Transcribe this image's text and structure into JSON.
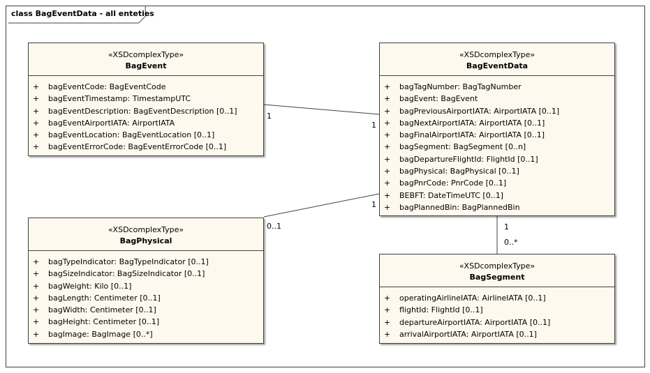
{
  "diagram": {
    "title": "class BagEventData - all enteties"
  },
  "classes": {
    "bag_event": {
      "stereotype": "«XSDcomplexType»",
      "name": "BagEvent",
      "attributes": [
        {
          "vis": "+",
          "text": "bagEventCode: BagEventCode"
        },
        {
          "vis": "+",
          "text": "bagEventTimestamp: TimestampUTC"
        },
        {
          "vis": "+",
          "text": "bagEventDescription: BagEventDescription [0..1]"
        },
        {
          "vis": "+",
          "text": "bagEventAirportIATA: AirportIATA"
        },
        {
          "vis": "+",
          "text": "bagEventLocation: BagEventLocation [0..1]"
        },
        {
          "vis": "+",
          "text": "bagEventErrorCode: BagEventErrorCode [0..1]"
        }
      ]
    },
    "bag_event_data": {
      "stereotype": "«XSDcomplexType»",
      "name": "BagEventData",
      "attributes": [
        {
          "vis": "+",
          "text": "bagTagNumber: BagTagNumber"
        },
        {
          "vis": "+",
          "text": "bagEvent: BagEvent"
        },
        {
          "vis": "+",
          "text": "bagPreviousAirportIATA: AirportIATA [0..1]"
        },
        {
          "vis": "+",
          "text": "bagNextAirportIATA: AirportIATA [0..1]"
        },
        {
          "vis": "+",
          "text": "bagFinalAirportIATA: AirportIATA [0..1]"
        },
        {
          "vis": "+",
          "text": "bagSegment: BagSegment [0..n]"
        },
        {
          "vis": "+",
          "text": "bagDepartureFlightId: FlightId [0..1]"
        },
        {
          "vis": "+",
          "text": "bagPhysical: BagPhysical [0..1]"
        },
        {
          "vis": "+",
          "text": "bagPnrCode: PnrCode [0..1]"
        },
        {
          "vis": "+",
          "text": "BEBFT: DateTimeUTC [0..1]"
        },
        {
          "vis": "+",
          "text": "bagPlannedBin: BagPlannedBin"
        }
      ]
    },
    "bag_physical": {
      "stereotype": "«XSDcomplexType»",
      "name": "BagPhysical",
      "attributes": [
        {
          "vis": "+",
          "text": "bagTypeIndicator: BagTypeIndicator [0..1]"
        },
        {
          "vis": "+",
          "text": "bagSizeIndicator: BagSizeIndicator [0..1]"
        },
        {
          "vis": "+",
          "text": "bagWeight: Kilo [0..1]"
        },
        {
          "vis": "+",
          "text": "bagLength: Centimeter [0..1]"
        },
        {
          "vis": "+",
          "text": "bagWidth: Centimeter [0..1]"
        },
        {
          "vis": "+",
          "text": "bagHeight: Centimeter [0..1]"
        },
        {
          "vis": "+",
          "text": "bagImage: BagImage [0..*]"
        }
      ]
    },
    "bag_segment": {
      "stereotype": "«XSDcomplexType»",
      "name": "BagSegment",
      "attributes": [
        {
          "vis": "+",
          "text": "operatingAirlineIATA: AirlineIATA [0..1]"
        },
        {
          "vis": "+",
          "text": "flightId: FlightId [0..1]"
        },
        {
          "vis": "+",
          "text": "departureAirportIATA: AirportIATA [0..1]"
        },
        {
          "vis": "+",
          "text": "arrivalAirportIATA: AirportIATA [0..1]"
        }
      ]
    }
  },
  "associations": {
    "event": {
      "source_mult": "1",
      "target_mult": "1"
    },
    "physical": {
      "source_mult": "1",
      "target_mult": "0..1"
    },
    "segment": {
      "source_mult": "1",
      "target_mult": "0..*"
    }
  }
}
